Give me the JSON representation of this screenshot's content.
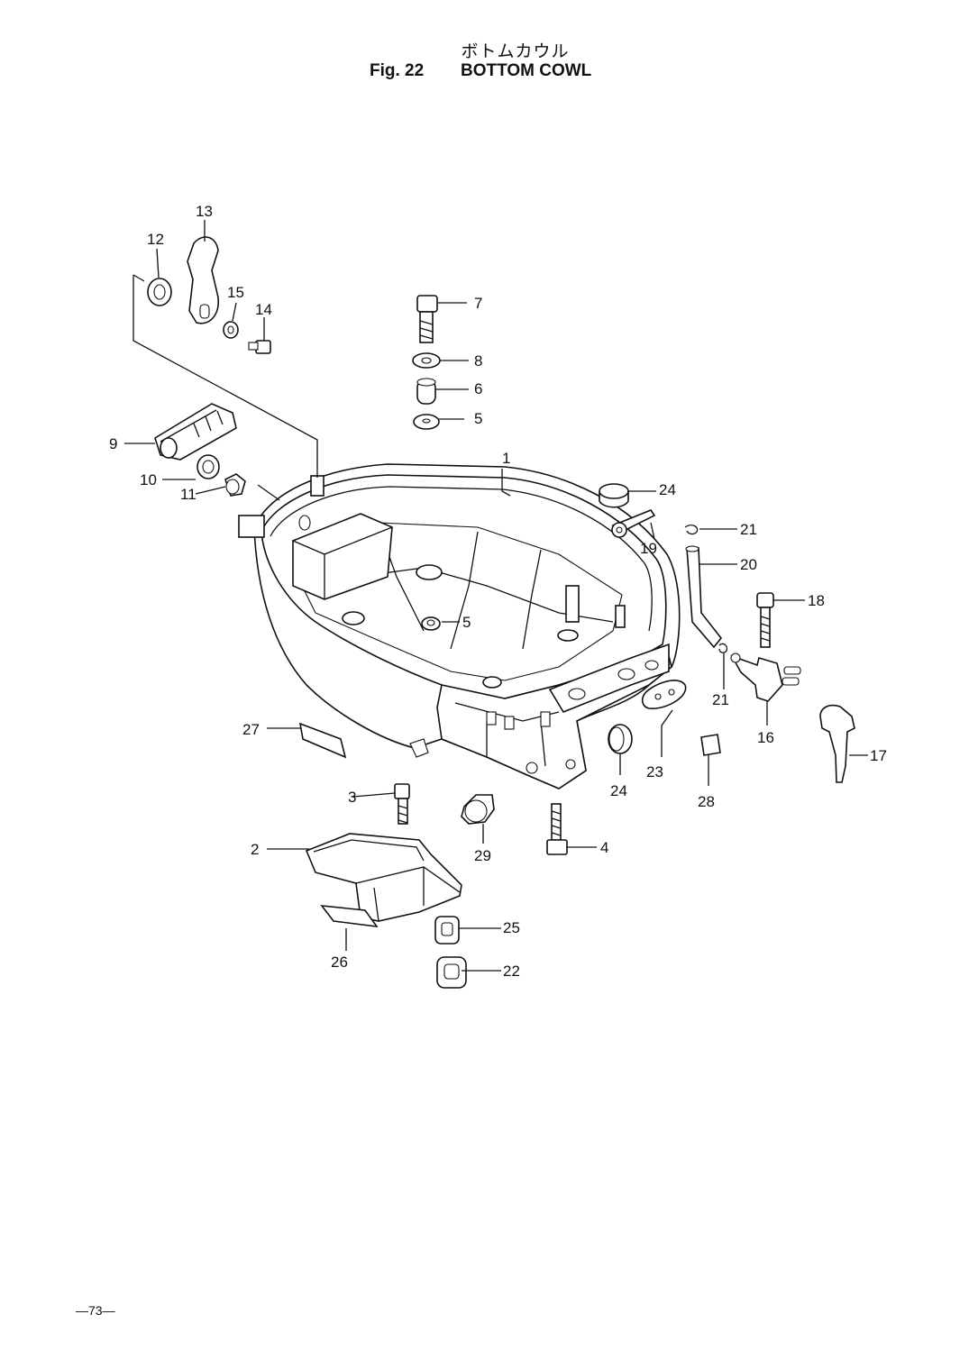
{
  "header": {
    "title_jp": "ボトムカウル",
    "fig_number": "Fig. 22",
    "fig_title": "BOTTOM COWL"
  },
  "callouts": [
    {
      "id": "c1",
      "text": "1"
    },
    {
      "id": "c2",
      "text": "2"
    },
    {
      "id": "c3",
      "text": "3"
    },
    {
      "id": "c4",
      "text": "4"
    },
    {
      "id": "c5a",
      "text": "5"
    },
    {
      "id": "c5b",
      "text": "5"
    },
    {
      "id": "c6",
      "text": "6"
    },
    {
      "id": "c7",
      "text": "7"
    },
    {
      "id": "c8",
      "text": "8"
    },
    {
      "id": "c9",
      "text": "9"
    },
    {
      "id": "c10",
      "text": "10"
    },
    {
      "id": "c11",
      "text": "11"
    },
    {
      "id": "c12",
      "text": "12"
    },
    {
      "id": "c13",
      "text": "13"
    },
    {
      "id": "c14",
      "text": "14"
    },
    {
      "id": "c15",
      "text": "15"
    },
    {
      "id": "c16",
      "text": "16"
    },
    {
      "id": "c17",
      "text": "17"
    },
    {
      "id": "c18",
      "text": "18"
    },
    {
      "id": "c19",
      "text": "19"
    },
    {
      "id": "c20",
      "text": "20"
    },
    {
      "id": "c21a",
      "text": "21"
    },
    {
      "id": "c21b",
      "text": "21"
    },
    {
      "id": "c22",
      "text": "22"
    },
    {
      "id": "c23",
      "text": "23"
    },
    {
      "id": "c24a",
      "text": "24"
    },
    {
      "id": "c24b",
      "text": "24"
    },
    {
      "id": "c25",
      "text": "25"
    },
    {
      "id": "c26",
      "text": "26"
    },
    {
      "id": "c27",
      "text": "27"
    },
    {
      "id": "c28",
      "text": "28"
    },
    {
      "id": "c29",
      "text": "29"
    }
  ],
  "footer": {
    "page_number": "—73—"
  }
}
